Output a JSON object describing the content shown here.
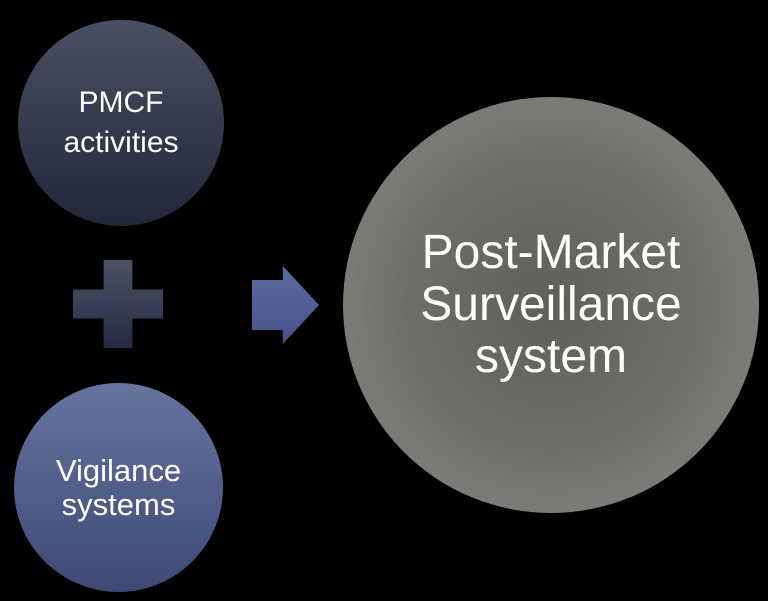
{
  "diagram": {
    "pmcf_label": "PMCF\nactivities",
    "vigilance_label": "Vigilance\nsystems",
    "pms_label": "Post-Market\nSurveillance\nsystem"
  },
  "colors": {
    "background": "#000000",
    "text": "#ffffff",
    "pmcf_top": "#4a4f61",
    "pmcf_bottom": "#212739",
    "vigilance_top": "#67749f",
    "vigilance_bottom": "#3e4976",
    "plus_top": "#4c5265",
    "plus_bottom": "#252b44",
    "arrow_top": "#5d6b9d",
    "arrow_bottom": "#46528a",
    "pms_center": "#615f59",
    "pms_mid": "#6e6c66",
    "pms_edge": "#8d8c8a"
  }
}
